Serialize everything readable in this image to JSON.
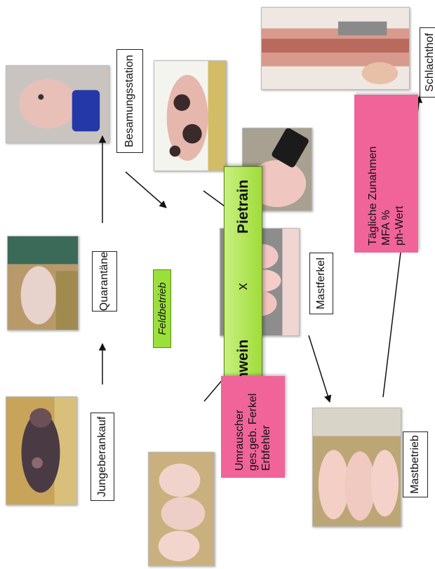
{
  "labels": {
    "jungeberankauf": "Jungeberankauf",
    "quarantaene": "Quarantäne",
    "besamungsstation": "Besamungsstation",
    "schlachthof": "Schlachthof",
    "mastferkel": "Mastferkel",
    "mastbetrieb": "Mastbetrieb",
    "feldbetrieb": "Feldbetrieb"
  },
  "cross": {
    "left": "Edelschwein",
    "x": "x",
    "right": "Pietrain"
  },
  "pink_boxes": {
    "sow_traits": [
      "Umrauscher",
      "ges.geb. Ferkel",
      "Erbfehler"
    ],
    "slaughter_traits": [
      "Tägliche Zunahmen",
      "MFA %",
      "ph-Wert"
    ]
  },
  "photos": {
    "boar_purchase": "pig-photo",
    "quarantine": "pig-photo",
    "station": "pig-photo",
    "pietrain_boar": "pig-photo",
    "scanner": "device-photo",
    "piglets_nursing": "piglets-photo",
    "sows_group": "pigs-photo",
    "fattening": "pigs-photo",
    "slaughterhouse": "carcass-photo"
  }
}
